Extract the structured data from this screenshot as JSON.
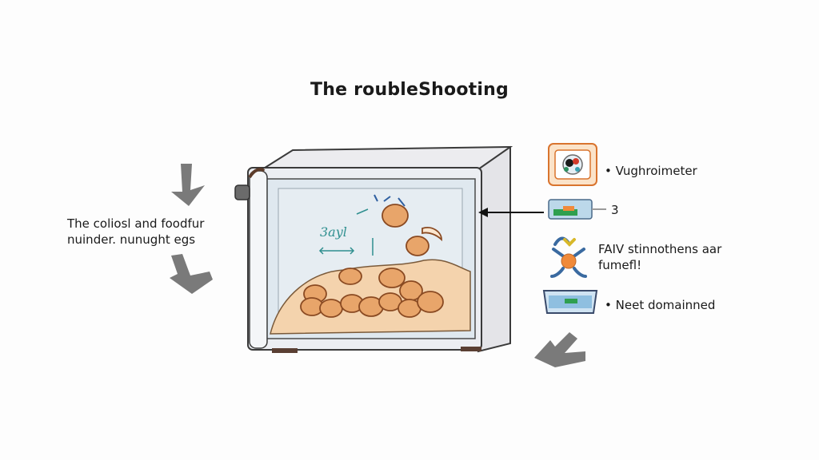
{
  "diagram": {
    "title": "The roubleShooting",
    "left_caption": {
      "line1": "The coliosl and foodfur",
      "line2": "nuinder. nunught egs"
    },
    "tank_label": "3ayl",
    "legend": [
      {
        "marker": "•",
        "label": "Vughroimeter",
        "icon": "thermometer-card-icon"
      },
      {
        "marker": "",
        "label": "3",
        "icon": "heat-strip-icon"
      },
      {
        "marker": "",
        "label": "FAIV stinnothens aar",
        "label2": "fumefl!",
        "icon": "dripper-icon"
      },
      {
        "marker": "•",
        "label": "Neet domainned",
        "icon": "water-dish-icon"
      }
    ],
    "colors": {
      "arrow_gray": "#7a7a7a",
      "tank_frame": "#e9e9ec",
      "glass": "#dfe8ef",
      "substrate": "#f4d3ad",
      "egg_fill": "#e8a56a",
      "egg_stroke": "#8a4a22",
      "accent_teal": "#2f8f8f",
      "icon_orange": "#f08a3a"
    }
  }
}
